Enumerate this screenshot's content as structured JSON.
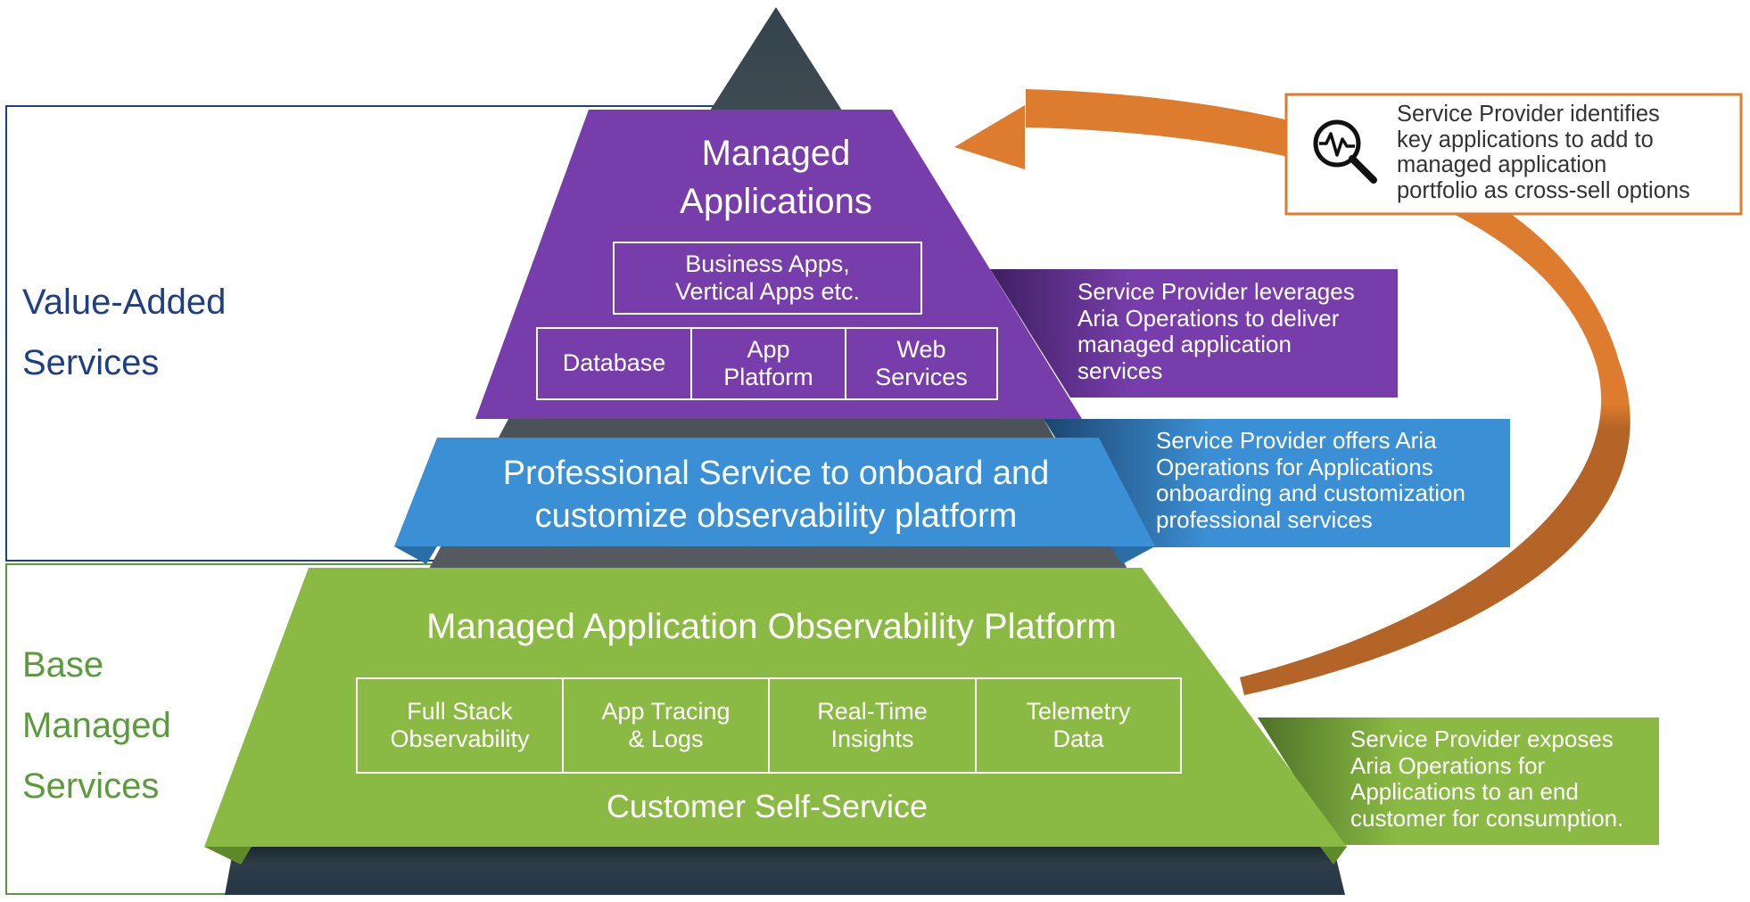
{
  "colors": {
    "value_added": "#1f3f84",
    "base_managed": "#5c9a3e",
    "purple": "#773eab",
    "blue": "#3b8fd4",
    "green": "#8aba43",
    "dark": "#2b3a46",
    "orange": "#dd7b2e",
    "orange_dark": "#b46426",
    "note_text": "#333333"
  },
  "groups": {
    "value_added": [
      "Value-Added",
      "Services"
    ],
    "base_managed": [
      "Base",
      "Managed",
      "Services"
    ]
  },
  "tiers": {
    "managed_applications": {
      "title": [
        "Managed",
        "Applications"
      ],
      "top_box": [
        "Business Apps,",
        "Vertical Apps etc."
      ],
      "cells": [
        {
          "lines": [
            "Database"
          ]
        },
        {
          "lines": [
            "App",
            "Platform"
          ]
        },
        {
          "lines": [
            "Web",
            "Services"
          ]
        }
      ],
      "side_note": [
        "Service Provider leverages",
        "Aria Operations to deliver",
        "managed application",
        "services"
      ]
    },
    "professional_service": {
      "title": [
        "Professional Service to onboard and",
        "customize observability platform"
      ],
      "side_note": [
        "Service Provider offers Aria",
        "Operations for Applications",
        "onboarding and customization",
        "professional services"
      ]
    },
    "observability_platform": {
      "title": "Managed Application Observability Platform",
      "cells": [
        {
          "lines": [
            "Full Stack",
            "Observability"
          ]
        },
        {
          "lines": [
            "App Tracing",
            "& Logs"
          ]
        },
        {
          "lines": [
            "Real-Time",
            "Insights"
          ]
        },
        {
          "lines": [
            "Telemetry",
            "Data"
          ]
        }
      ],
      "footer": "Customer Self-Service",
      "side_note": [
        "Service Provider exposes",
        "Aria Operations for",
        "Applications to an end",
        "customer for consumption."
      ]
    }
  },
  "cross_sell_note": {
    "icon": "magnifier-pulse-icon",
    "lines": [
      "Service Provider identifies",
      "key applications to add to",
      "managed application",
      "portfolio as cross-sell options"
    ]
  }
}
